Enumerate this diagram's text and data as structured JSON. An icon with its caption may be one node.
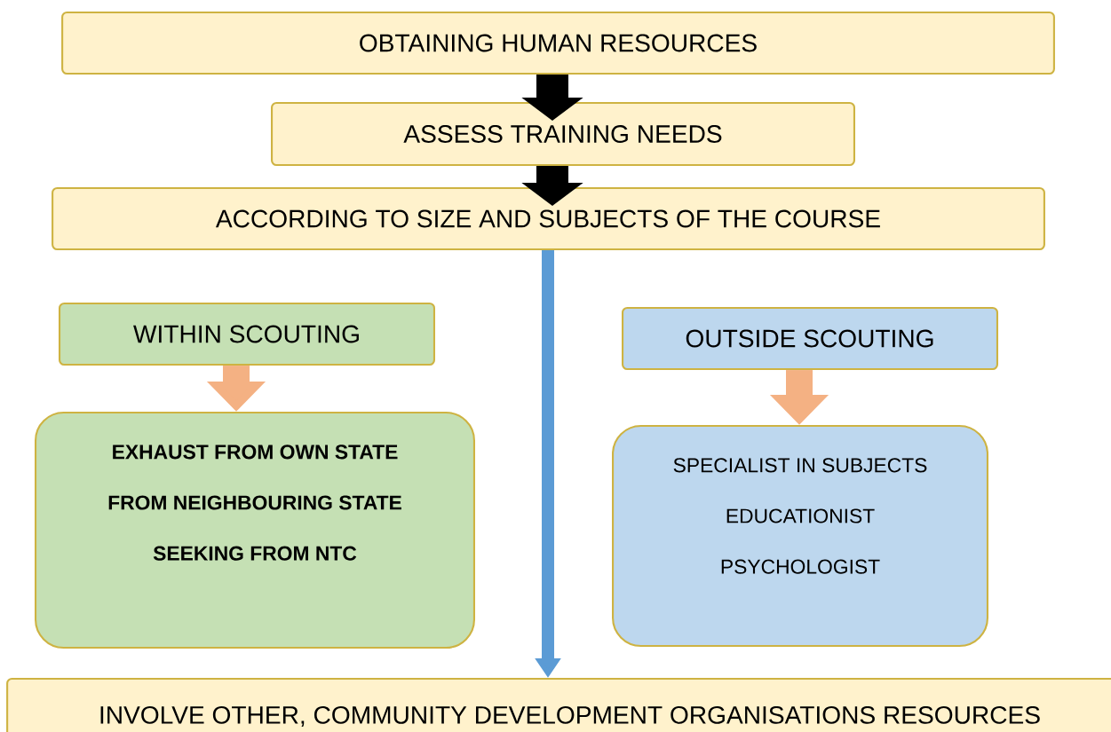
{
  "diagram": {
    "nodes": [
      {
        "text": [
          "OBTAINING HUMAN RESOURCES"
        ]
      },
      {
        "text": [
          "ASSESS TRAINING NEEDS"
        ]
      },
      {
        "text": [
          "ACCORDING TO SIZE AND SUBJECTS OF THE COURSE"
        ]
      },
      {
        "text": [
          "WITHIN SCOUTING"
        ]
      },
      {
        "text": [
          "EXHAUST FROM OWN STATE",
          "FROM NEIGHBOURING STATE",
          "SEEKING FROM NTC"
        ]
      },
      {
        "text": [
          "OUTSIDE SCOUTING"
        ]
      },
      {
        "text": [
          "SPECIALIST IN SUBJECTS",
          "EDUCATIONIST",
          "PSYCHOLOGIST"
        ]
      },
      {
        "text": [
          "INVOLVE OTHER, COMMUNITY DEVELOPMENT ORGANISATIONS RESOURCES"
        ]
      }
    ],
    "edges": [
      {
        "from": 0,
        "to": 1,
        "arrow": "to",
        "color": "#000000"
      },
      {
        "from": 1,
        "to": 2,
        "arrow": "to",
        "color": "#000000"
      },
      {
        "from": 3,
        "to": 4,
        "arrow": "to",
        "color": "#f4b183"
      },
      {
        "from": 5,
        "to": 6,
        "arrow": "to",
        "color": "#f4b183"
      },
      {
        "from": 2,
        "to": 7,
        "arrow": "to",
        "color": "#5b9bd5"
      }
    ]
  }
}
